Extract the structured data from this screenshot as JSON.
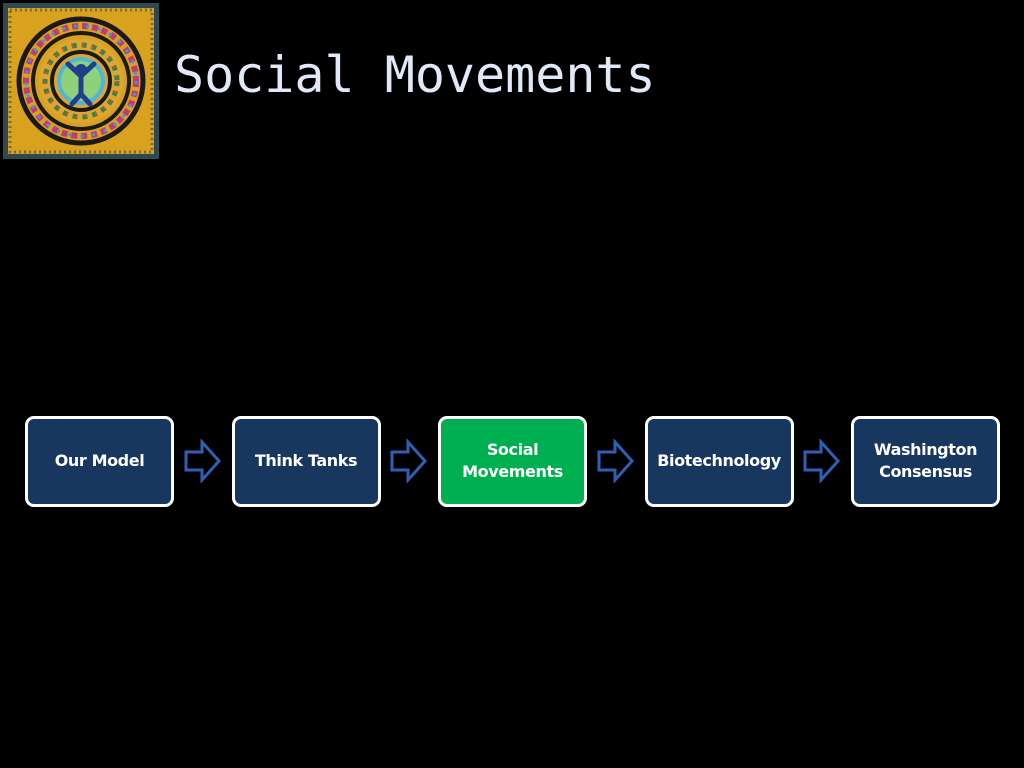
{
  "slide": {
    "title": "Social Movements",
    "logo_icon": "spiral-mosaic-icon"
  },
  "flow": {
    "steps": [
      {
        "label": "Our Model",
        "active": false
      },
      {
        "label": "Think Tanks",
        "active": false
      },
      {
        "label": "Social Movements",
        "active": true
      },
      {
        "label": "Biotechnology",
        "active": false
      },
      {
        "label": "Washington Consensus",
        "active": false
      }
    ],
    "arrow_icon": "right-arrow-icon"
  },
  "colors": {
    "background": "#000000",
    "title": "#dfe9f7",
    "step_fill": "#17375e",
    "step_active_fill": "#00b050",
    "step_border": "#ffffff",
    "arrow_stroke": "#2f5fb3"
  }
}
